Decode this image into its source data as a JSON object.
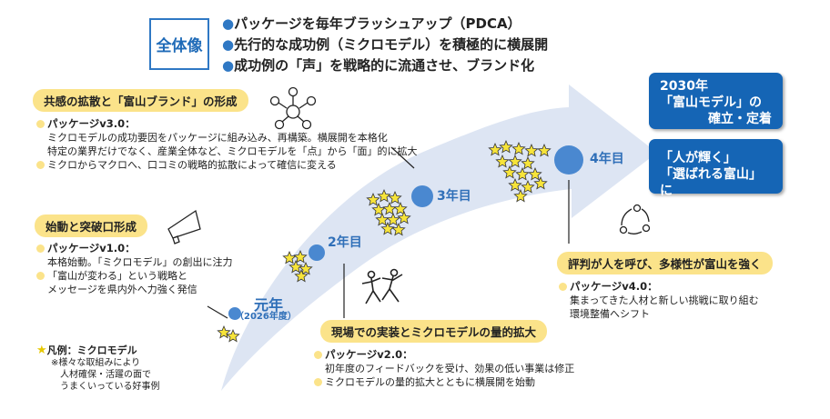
{
  "overview": {
    "title": "全体像",
    "items": [
      "パッケージを毎年ブラッシュアップ（PDCA）",
      "先行的な成功例（ミクロモデル）を積極的に横展開",
      "成功例の「声」を戦略的に流通させ、ブランド化"
    ]
  },
  "colors": {
    "accent": "#1565b5",
    "pill": "#fbe38a",
    "arrow": "#dde5f3",
    "circle": "#4a88d0",
    "star": "#f7e43a"
  },
  "years": {
    "y1": "元年",
    "y1_sub": "（2026年度）",
    "y2": "2年目",
    "y3": "3年目",
    "y4": "4年目"
  },
  "goals": {
    "g1": [
      "2030年",
      "「富山モデル」の",
      "確立・定着"
    ],
    "g2": [
      "「人が輝く」",
      "「選ばれる富山」に"
    ]
  },
  "phase1": {
    "title": "始動と突破口形成",
    "pkg": "パッケージv1.0：",
    "lines": [
      "本格始動。「ミクロモデル」の創出に注力"
    ],
    "bullet2": [
      "「富山が変わる」という戦略と",
      "メッセージを県内外へ力強く発信"
    ],
    "icon": "megaphone-icon"
  },
  "phase2": {
    "title": "現場での実装とミクロモデルの量的拡大",
    "pkg": "パッケージv2.0：",
    "lines": [
      "初年度のフィードバックを受け、効果の低い事業は修正"
    ],
    "bullet2": [
      "ミクロモデルの量的拡大とともに横展開を始動"
    ],
    "icon": "people-dancing-icon"
  },
  "phase3": {
    "title": "共感の拡散と「富山ブランド」の形成",
    "pkg": "パッケージv3.0：",
    "lines": [
      "ミクロモデルの成功要因をパッケージに組み込み、再構築。横展開を本格化",
      "特定の業界だけでなく、産業全体など、ミクロモデルを「点」から「面」的に拡大"
    ],
    "bullet2": [
      "ミクロからマクロへ、口コミの戦略的拡散によって確信に変える"
    ],
    "icon": "network-icon"
  },
  "phase4": {
    "title": "評判が人を呼び、多様性が富山を強く",
    "pkg": "パッケージv4.0：",
    "lines": [
      "集まってきた人材と新しい挑戦に取り組む",
      "環境整備へシフト"
    ],
    "icon": "cycle-icon"
  },
  "legend": {
    "title": "凡例：ミクロモデル",
    "notes": [
      "※様々な取組みにより",
      "人材確保・活躍の面で",
      "うまくいっている好事例"
    ]
  }
}
